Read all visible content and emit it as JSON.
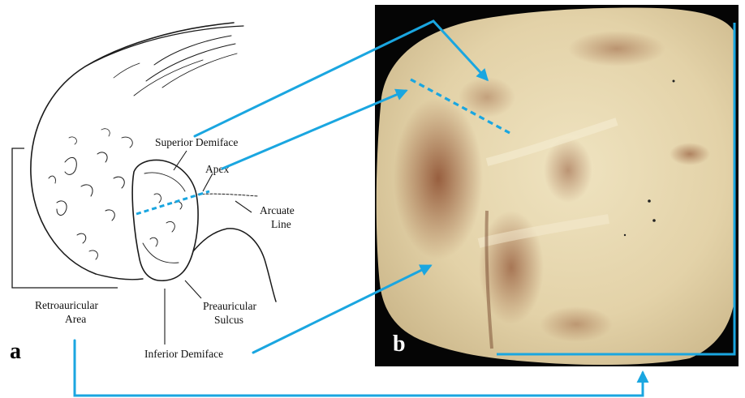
{
  "figure": {
    "panel_a": {
      "letter": "a",
      "labels": {
        "superior_demiface": "Superior Demiface",
        "apex": "Apex",
        "arcuate_line_1": "Arcuate",
        "arcuate_line_2": "Line",
        "retroauricular_1": "Retroauricular",
        "retroauricular_2": "Area",
        "preauricular_1": "Preauricular",
        "preauricular_2": "Sulcus",
        "inferior_demiface": "Inferior Demiface"
      }
    },
    "panel_b": {
      "letter": "b"
    },
    "colors": {
      "pointer": "#1aa6e0",
      "drawing_ink": "#1a1a1a",
      "photo_background": "#050505",
      "bone_light": "#e9dcb6",
      "bone_dark": "#8a4a2c",
      "panel_letter_a": "#000000",
      "panel_letter_b": "#ffffff"
    }
  }
}
